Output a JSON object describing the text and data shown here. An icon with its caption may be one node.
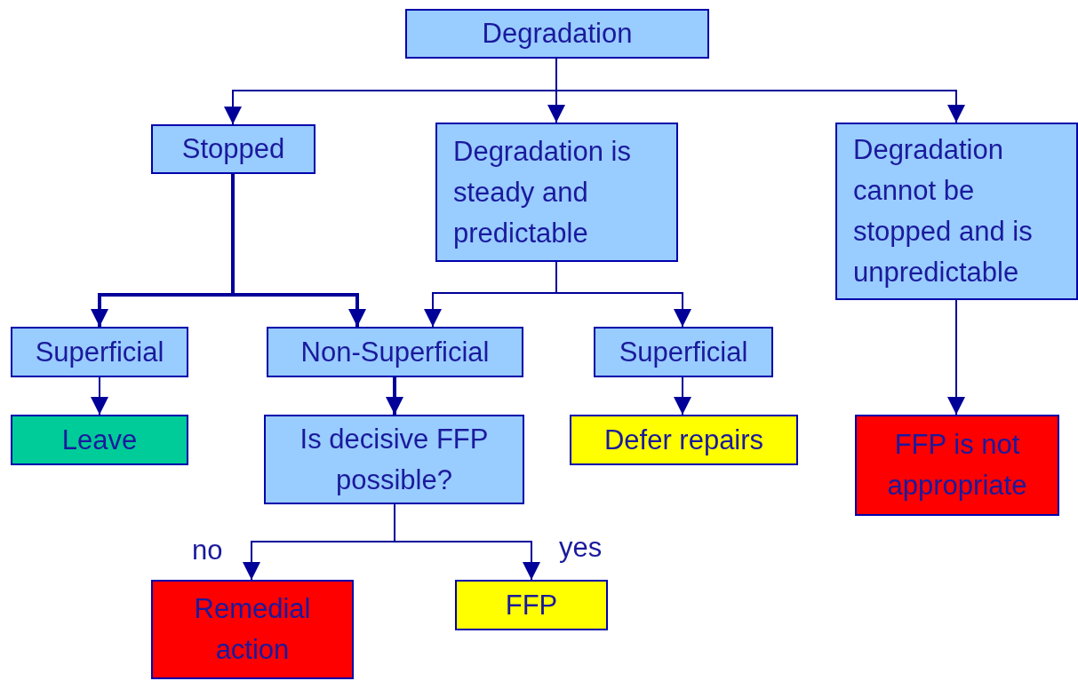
{
  "diagram": {
    "nodes": [
      {
        "text": [
          "Degradation"
        ]
      },
      {
        "text": [
          "Stopped"
        ]
      },
      {
        "text": [
          "Degradation is steady and predictable"
        ]
      },
      {
        "text": [
          "Degradation cannot be stopped and is unpredictable"
        ]
      },
      {
        "text": [
          "Superficial"
        ]
      },
      {
        "text": [
          "Non-Superficial"
        ]
      },
      {
        "text": [
          "Superficial"
        ]
      },
      {
        "text": [
          "Leave"
        ]
      },
      {
        "text": [
          "Is decisive FFP possible?"
        ]
      },
      {
        "text": [
          "Defer repairs"
        ]
      },
      {
        "text": [
          "FFP is not appropriate"
        ]
      },
      {
        "text": [
          "Remedial action"
        ]
      },
      {
        "text": [
          "FFP"
        ]
      }
    ],
    "edges": [
      {
        "from": 0,
        "to": 1,
        "arrow": "to"
      },
      {
        "from": 0,
        "to": 2,
        "arrow": "to"
      },
      {
        "from": 0,
        "to": 3,
        "arrow": "to"
      },
      {
        "from": 1,
        "to": 4,
        "arrow": "to",
        "style": "thick"
      },
      {
        "from": 1,
        "to": 5,
        "arrow": "to",
        "style": "thick"
      },
      {
        "from": 2,
        "to": 5,
        "arrow": "to"
      },
      {
        "from": 2,
        "to": 6,
        "arrow": "to"
      },
      {
        "from": 4,
        "to": 7,
        "arrow": "to"
      },
      {
        "from": 5,
        "to": 8,
        "arrow": "to",
        "style": "thick"
      },
      {
        "from": 6,
        "to": 9,
        "arrow": "to"
      },
      {
        "from": 3,
        "to": 10,
        "arrow": "to"
      },
      {
        "from": 8,
        "to": 11,
        "arrow": "to",
        "label": "no"
      },
      {
        "from": 8,
        "to": 12,
        "arrow": "to",
        "label": "yes"
      }
    ]
  }
}
